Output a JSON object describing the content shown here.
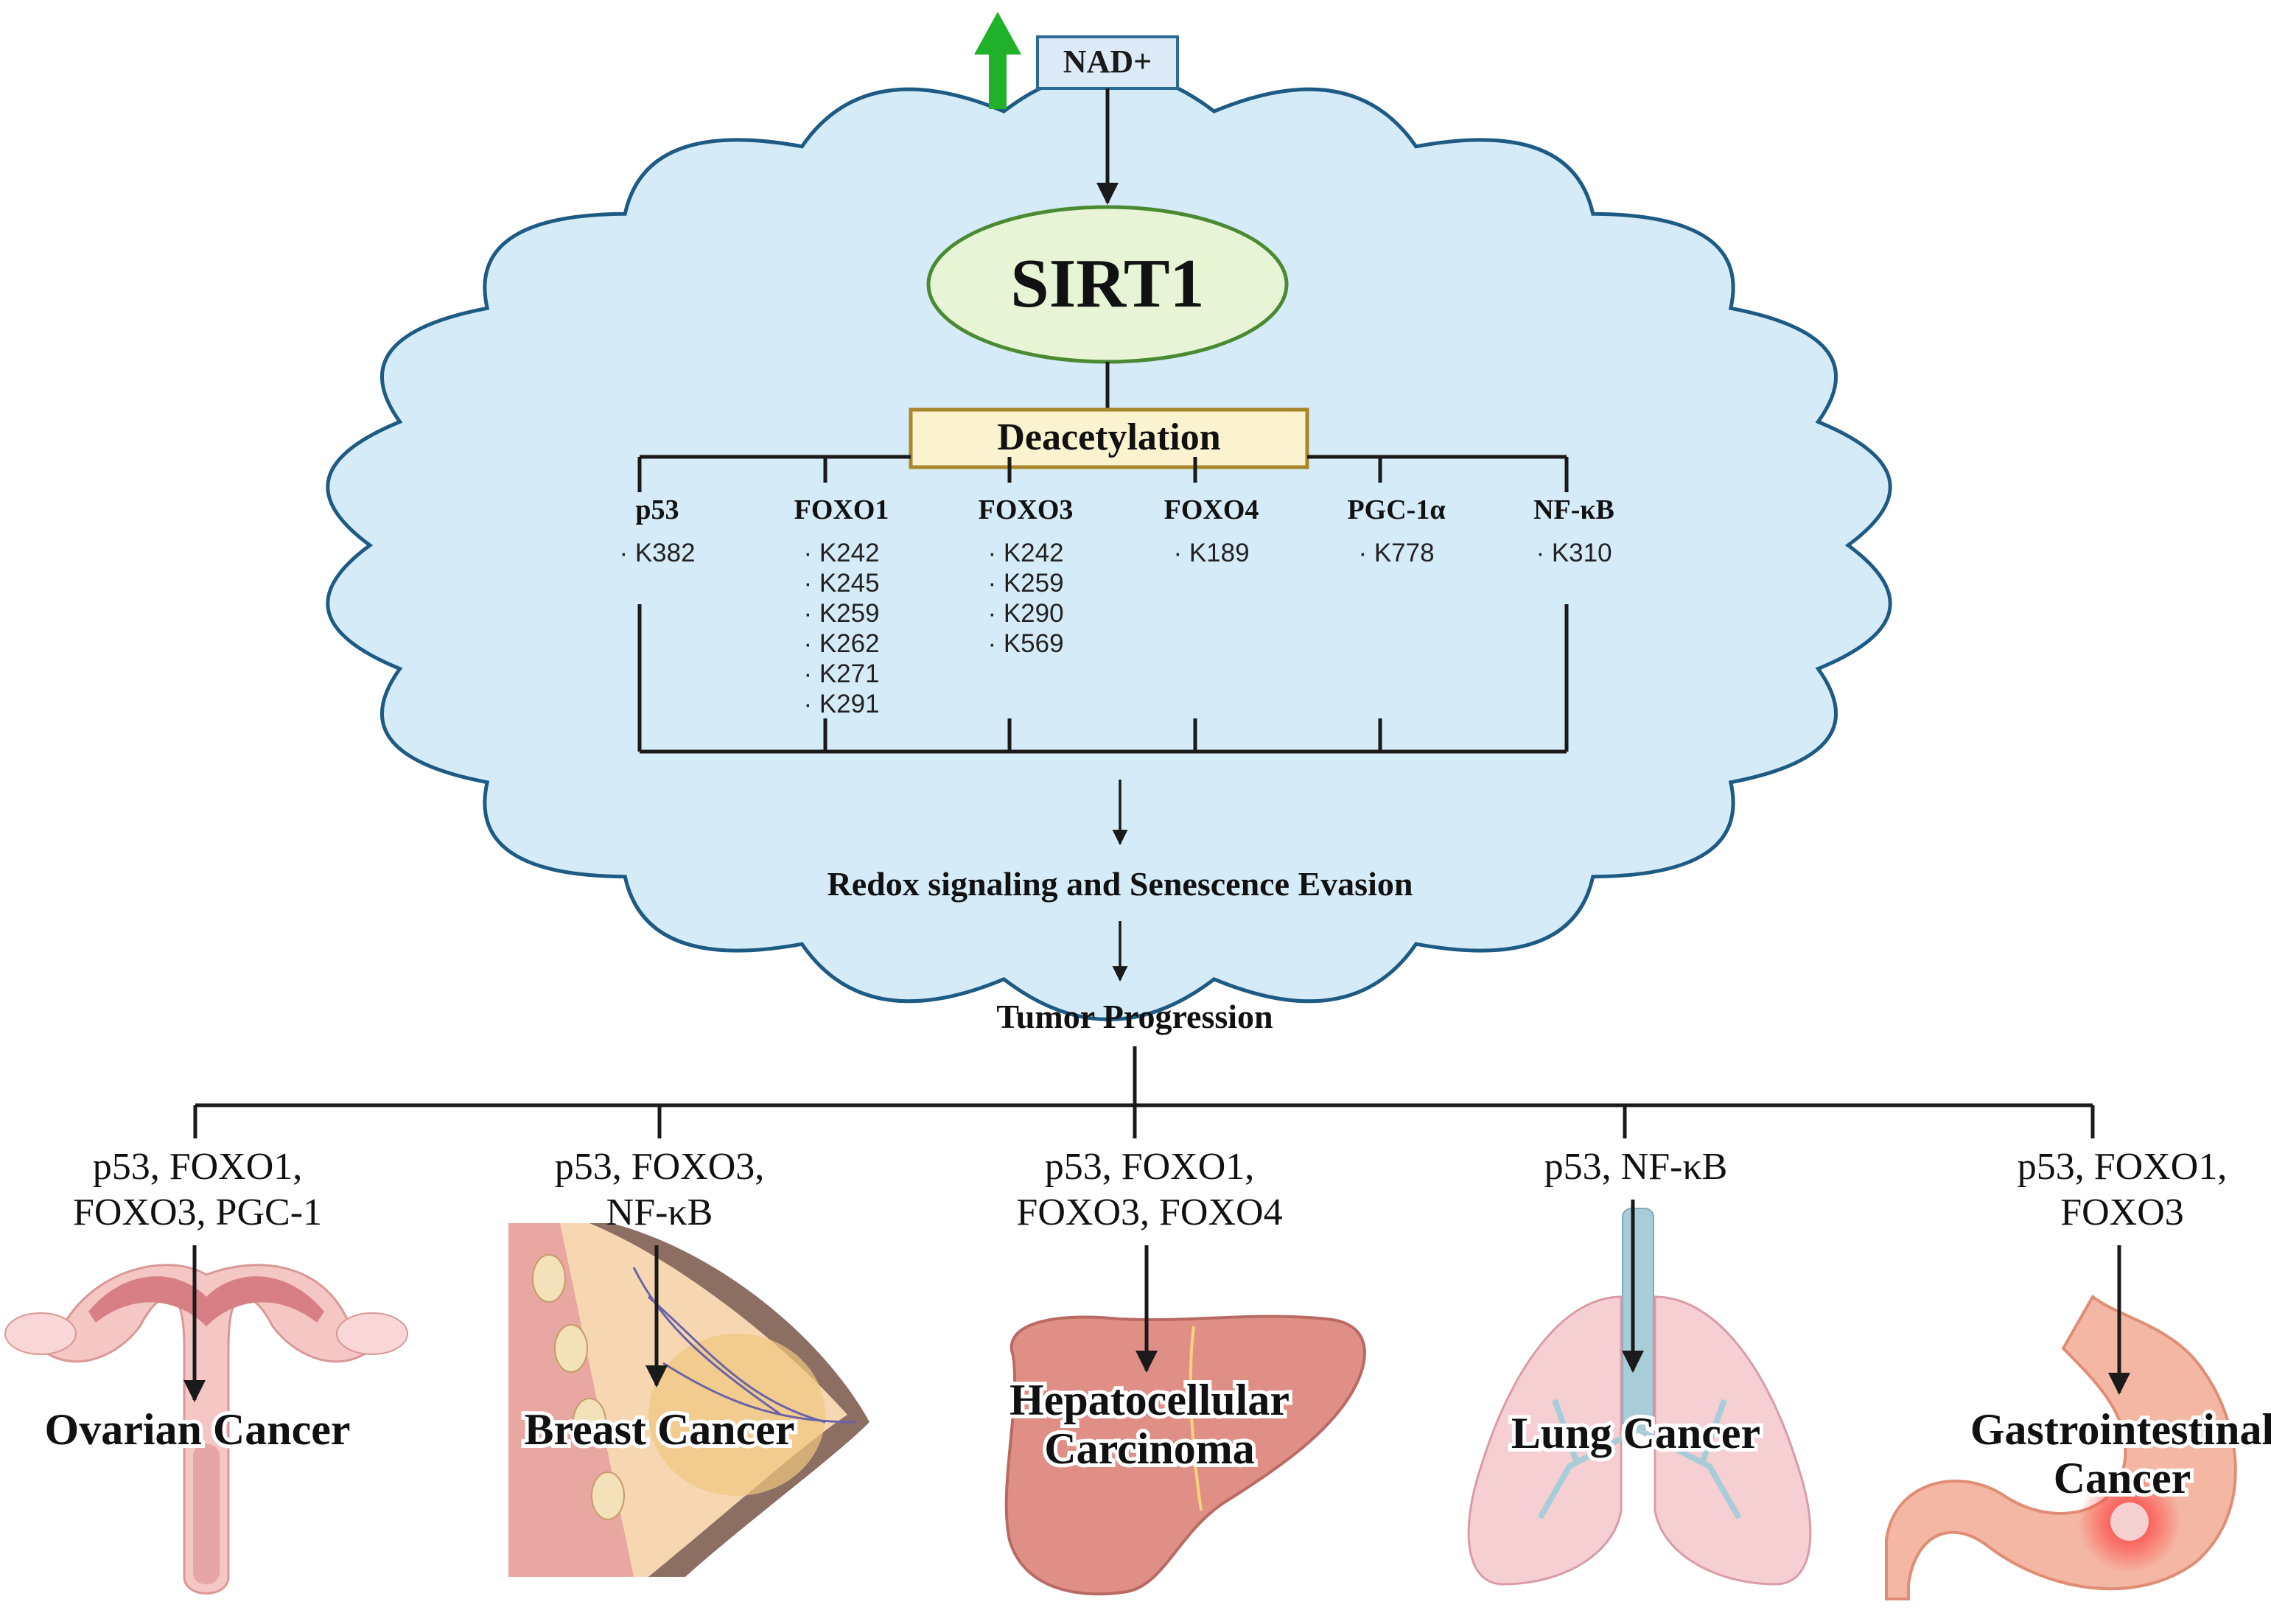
{
  "top": {
    "nad_label": "NAD+",
    "sirt1_label": "SIRT1",
    "deacetylation_label": "Deacetylation"
  },
  "targets": [
    {
      "name": "p53",
      "sites": [
        "· K382"
      ]
    },
    {
      "name": "FOXO1",
      "sites": [
        "· K242",
        "· K245",
        "· K259",
        "· K262",
        "· K271",
        "· K291"
      ]
    },
    {
      "name": "FOXO3",
      "sites": [
        "· K242",
        "· K259",
        "· K290",
        "· K569"
      ]
    },
    {
      "name": "FOXO4",
      "sites": [
        "· K189"
      ]
    },
    {
      "name": "PGC-1α",
      "sites": [
        "· K778"
      ]
    },
    {
      "name": "NF-κB",
      "sites": [
        "· K310"
      ]
    }
  ],
  "flow": {
    "redox_label": "Redox signaling and Senescence Evasion",
    "tumor_label": "Tumor Progression"
  },
  "cancers": [
    {
      "factors": [
        "p53, FOXO1,",
        "FOXO3, PGC-1"
      ],
      "title": [
        "Ovarian Cancer"
      ],
      "organ": "uterus-ovary-icon"
    },
    {
      "factors": [
        "p53, FOXO3,",
        "NF-κB"
      ],
      "title": [
        "Breast Cancer"
      ],
      "organ": "breast-icon"
    },
    {
      "factors": [
        "p53, FOXO1,",
        "FOXO3, FOXO4"
      ],
      "title": [
        "Hepatocellular",
        "Carcinoma"
      ],
      "organ": "liver-icon"
    },
    {
      "factors": [
        "p53, NF-κB"
      ],
      "title": [
        "Lung Cancer"
      ],
      "organ": "lungs-icon"
    },
    {
      "factors": [
        "p53, FOXO1,",
        "FOXO3"
      ],
      "title": [
        "Gastrointestinal",
        "Cancer"
      ],
      "organ": "stomach-icon"
    }
  ],
  "colors": {
    "cloud_fill": "#d6ebf8",
    "cloud_stroke": "#1d5b84",
    "sirt1_fill": "#e7f5d6",
    "sirt1_stroke": "#4a8a32",
    "deacetylation_fill": "#fbf2cf",
    "deacetylation_stroke": "#a8862a",
    "nad_fill": "#dcebf7",
    "nad_stroke": "#2c6a98",
    "up_arrow": "#1fb129"
  }
}
